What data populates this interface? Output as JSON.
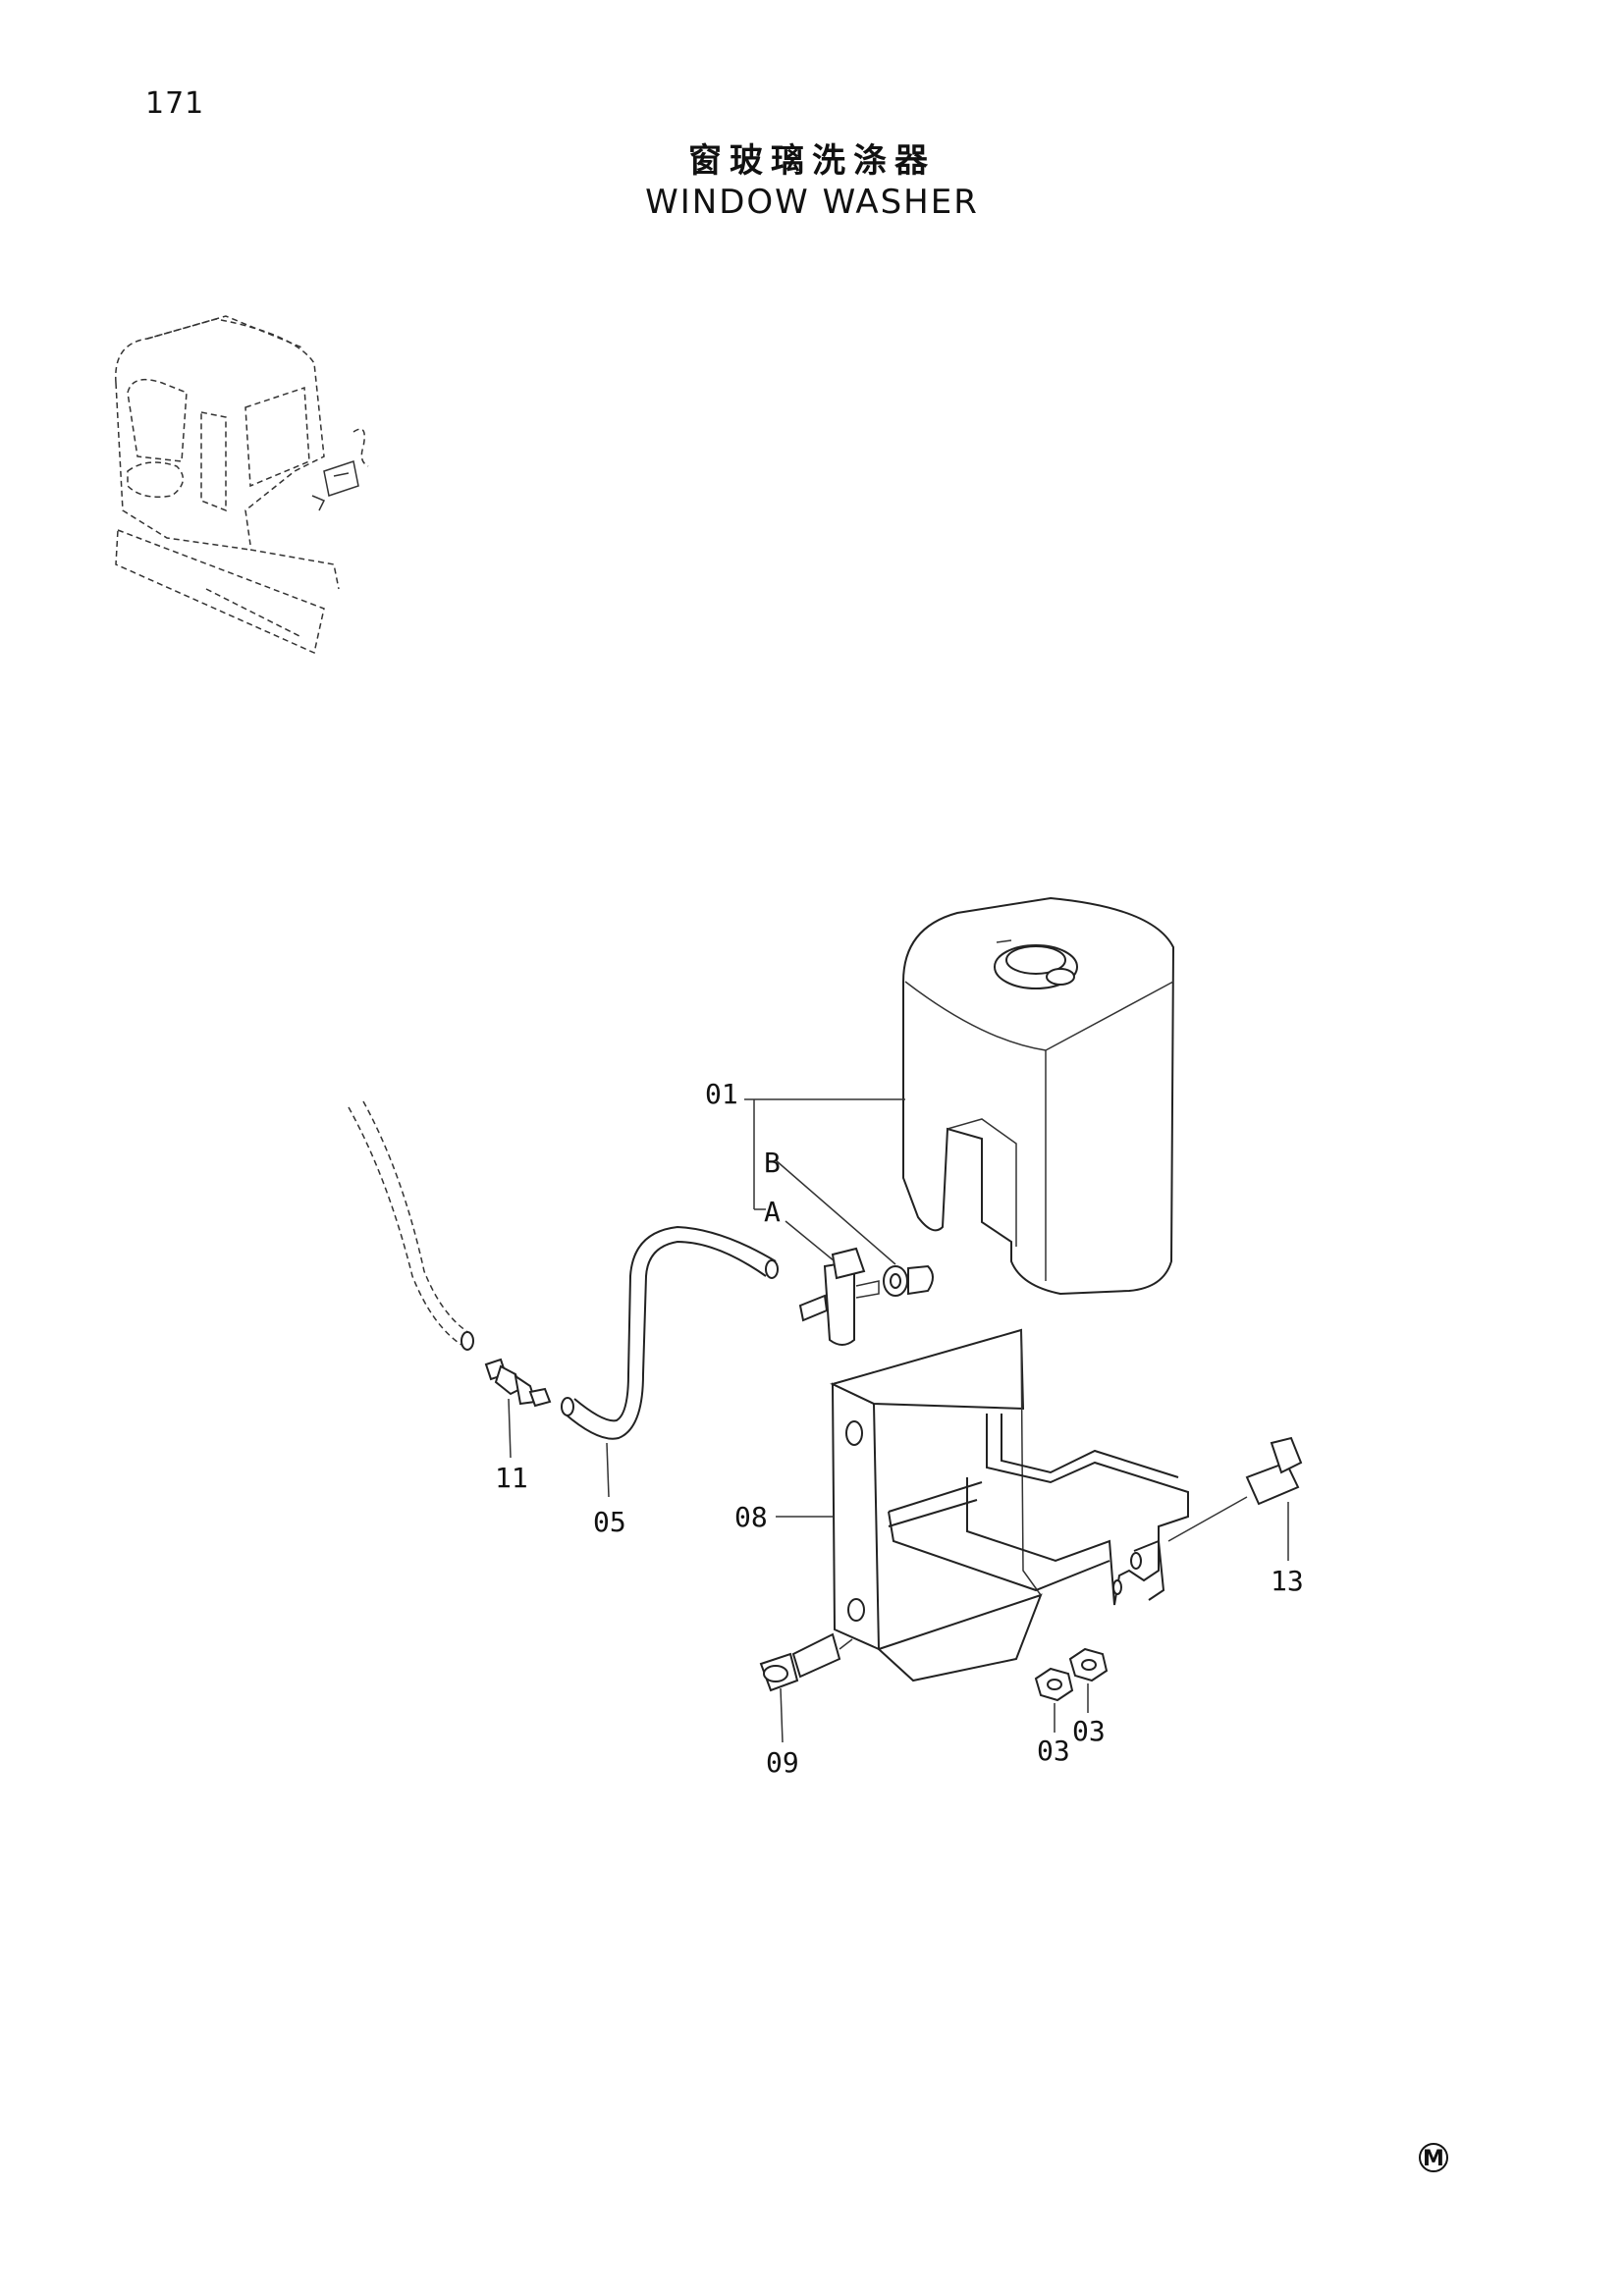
{
  "header": {
    "page_number": "171",
    "title_zh": "窗玻璃洗涤器",
    "title_en": "WINDOW WASHER"
  },
  "callouts": {
    "c01": "01",
    "cB": "B",
    "cA": "A",
    "c11": "11",
    "c05": "05",
    "c08": "08",
    "c13": "13",
    "c09": "09",
    "c03a": "03",
    "c03b": "03"
  },
  "footer": {
    "mark": "M"
  }
}
